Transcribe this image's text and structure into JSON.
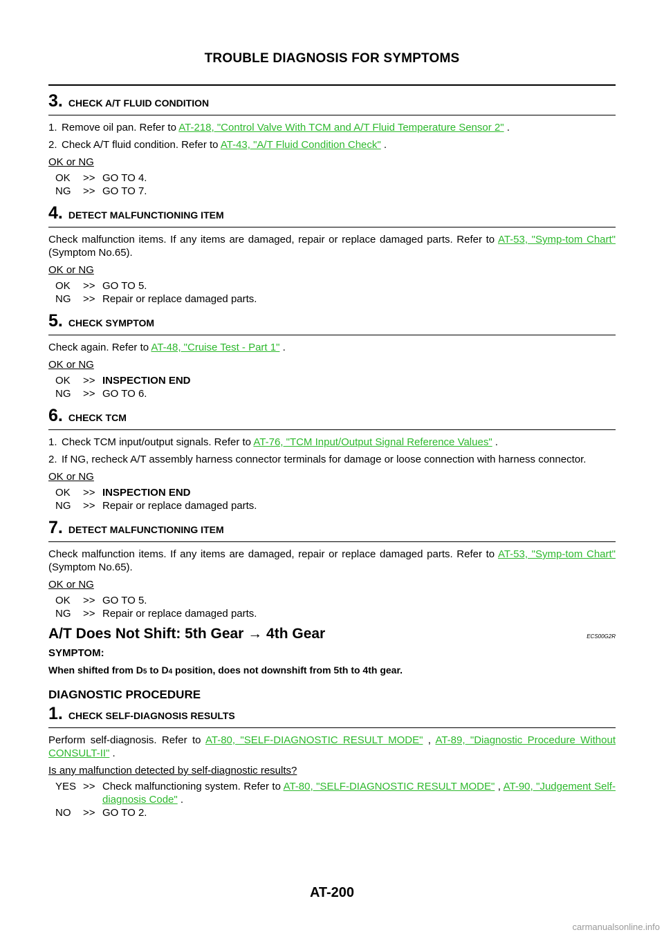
{
  "header": {
    "title": "TROUBLE DIAGNOSIS FOR SYMPTOMS"
  },
  "steps_a": [
    {
      "num": "3.",
      "title": "CHECK A/T FLUID CONDITION",
      "items": [
        {
          "n": "1.",
          "pre": "Remove oil pan. Refer to ",
          "link": "AT-218, \"Control Valve With TCM and A/T Fluid Temperature Sensor 2\"",
          "post": " ."
        },
        {
          "n": "2.",
          "pre": "Check A/T fluid condition. Refer to ",
          "link": "AT-43, \"A/T Fluid Condition Check\"",
          "post": " ."
        }
      ],
      "okng": "OK or NG",
      "ok": "GO TO 4.",
      "ng": "GO TO 7."
    },
    {
      "num": "4.",
      "title": "DETECT MALFUNCTIONING ITEM",
      "pre": "Check malfunction items. If any items are damaged, repair or replace damaged parts. Refer to ",
      "link": "AT-53, \"Symp-tom Chart\"",
      "post": " (Symptom No.65).",
      "okng": "OK or NG",
      "ok": "GO TO 5.",
      "ng": "Repair or replace damaged parts."
    },
    {
      "num": "5.",
      "title": "CHECK SYMPTOM",
      "pre": "Check again. Refer to ",
      "link": "AT-48, \"Cruise Test - Part 1\"",
      "post": " .",
      "okng": "OK or NG",
      "ok": "INSPECTION END",
      "ng": "GO TO 6."
    },
    {
      "num": "6.",
      "title": "CHECK TCM",
      "items": [
        {
          "n": "1.",
          "pre": "Check TCM input/output signals. Refer to ",
          "link": "AT-76, \"TCM Input/Output Signal Reference Values\"",
          "post": " ."
        },
        {
          "n": "2.",
          "pre": "If NG, recheck A/T assembly harness connector terminals for damage or loose connection with harness connector.",
          "link": "",
          "post": ""
        }
      ],
      "okng": "OK or NG",
      "ok": "INSPECTION END",
      "ng": "Repair or replace damaged parts."
    },
    {
      "num": "7.",
      "title": "DETECT MALFUNCTIONING ITEM",
      "pre": "Check malfunction items. If any items are damaged, repair or replace damaged parts. Refer to ",
      "link": "AT-53, \"Symp-tom Chart\"",
      "post": " (Symptom No.65).",
      "okng": "OK or NG",
      "ok": "GO TO 5.",
      "ng": "Repair or replace damaged parts."
    }
  ],
  "labels": {
    "ok": "OK",
    "ng": "NG",
    "yes": "YES",
    "no": "NO",
    "arrow": ">>"
  },
  "section": {
    "title": "A/T Does Not Shift: 5th Gear → 4th Gear",
    "code": "ECS00G2R",
    "symptom_label": "SYMPTOM:",
    "symptom_pre": "When shifted from D",
    "symptom_sub1": "5",
    "symptom_mid": " to D",
    "symptom_sub2": "4",
    "symptom_post": " position, does not downshift from 5th to 4th gear.",
    "diag_label": "DIAGNOSTIC PROCEDURE",
    "step": {
      "num": "1.",
      "title": "CHECK SELF-DIAGNOSIS RESULTS",
      "pre": "Perform self-diagnosis. Refer to ",
      "link1": "AT-80, \"SELF-DIAGNOSTIC RESULT MODE\"",
      "mid": " , ",
      "link2": "AT-89, \"Diagnostic Procedure Without CONSULT-II\"",
      "post": " .",
      "question": "Is any malfunction detected by self-diagnostic results?",
      "yes_pre": "Check malfunctioning system. Refer to ",
      "yes_link1": "AT-80, \"SELF-DIAGNOSTIC RESULT MODE\"",
      "yes_mid": " , ",
      "yes_link2": "AT-90, \"Judgement Self-diagnosis Code\"",
      "yes_post": " .",
      "no": "GO TO 2."
    }
  },
  "footer": {
    "page_number": "AT-200",
    "watermark": "carmanualsonline.info"
  }
}
